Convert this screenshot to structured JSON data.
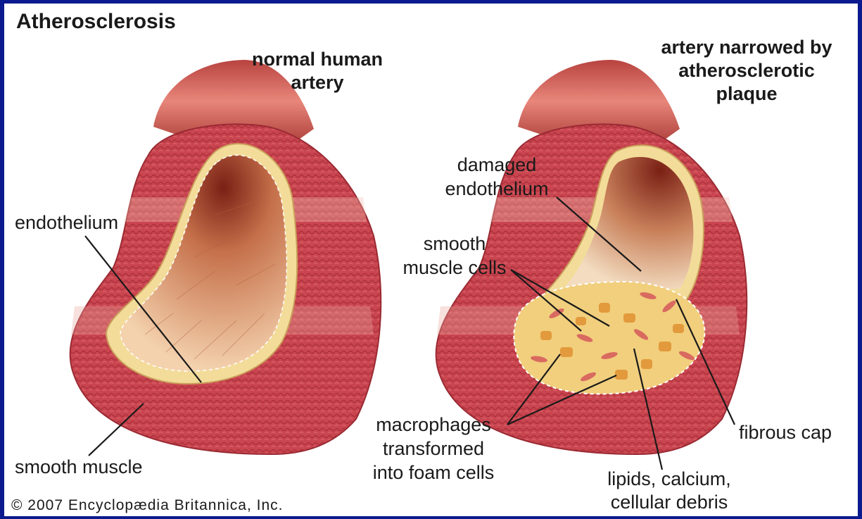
{
  "title": "Atherosclerosis",
  "left": {
    "caption_line1": "normal human",
    "caption_line2": "artery",
    "labels": {
      "endothelium": "endothelium",
      "smooth_muscle": "smooth muscle"
    }
  },
  "right": {
    "caption_line1": "artery narrowed by",
    "caption_line2": "atherosclerotic",
    "caption_line3": "plaque",
    "labels": {
      "damaged_line1": "damaged",
      "damaged_line2": "endothelium",
      "smooth_cells_line1": "smooth",
      "smooth_cells_line2": "muscle cells",
      "macro_line1": "macrophages",
      "macro_line2": "transformed",
      "macro_line3": "into foam cells",
      "lipids_line1": "lipids, calcium,",
      "lipids_line2": "cellular debris",
      "fibrous_cap": "fibrous cap"
    }
  },
  "copyright": "© 2007 Encyclopædia Britannica, Inc.",
  "colors": {
    "border": "#0b1a8e",
    "background": "#ffffff",
    "muscle": "#c9454f",
    "lumen": "#e9b486",
    "endothelium_band": "#f3dc9a",
    "plaque": "#f1cf7d",
    "foam_cell": "#e29a3c"
  }
}
